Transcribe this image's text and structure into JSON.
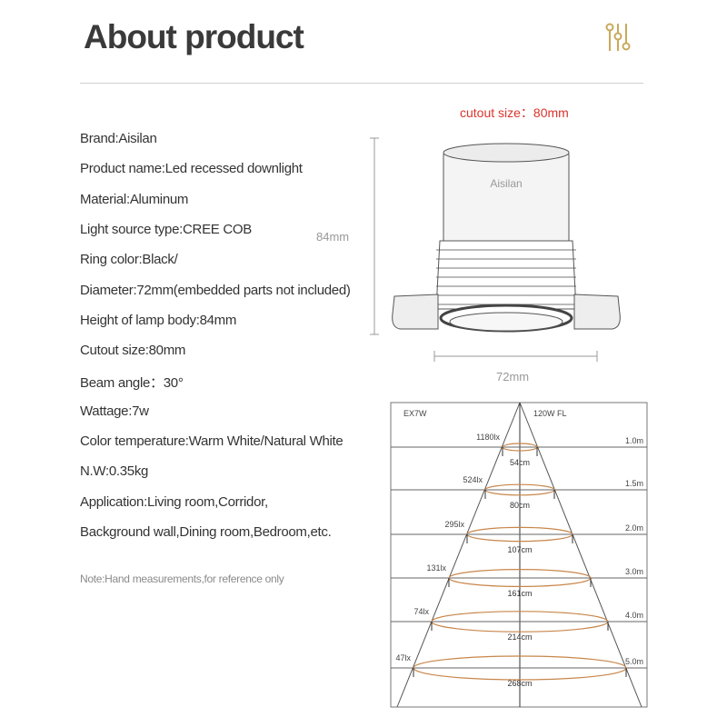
{
  "header": {
    "title": "About product",
    "icon": "sliders-icon",
    "accent": "#c9a95a"
  },
  "specs": [
    "Brand:Aisilan",
    "Product name:Led recessed downlight",
    "Material:Aluminum",
    "Light source type:CREE COB",
    "Ring color:Black/",
    "Diameter:72mm(embedded parts not included)",
    "Height of lamp body:84mm",
    "Cutout size:80mm",
    "Beam angle：30°",
    "Wattage:7w",
    "Color temperature:Warm White/Natural White",
    "N.W:0.35kg",
    "Application:Living room,Corridor,",
    "Background wall,Dining room,Bedroom,etc."
  ],
  "note": "Note:Hand measurements,for reference only",
  "drawing": {
    "cutout_label": "cutout size：80mm",
    "brand_on_lamp": "Aisilan",
    "height_label": "84mm",
    "width_label": "72mm"
  },
  "beam_diagram": {
    "model": "EX7W",
    "reference": "120W  FL",
    "ellipse_color": "#c8864a",
    "levels": [
      {
        "distance": "1.0m",
        "lux": "1180lx",
        "diameter": "54cm"
      },
      {
        "distance": "1.5m",
        "lux": "524lx",
        "diameter": "80cm"
      },
      {
        "distance": "2.0m",
        "lux": "295lx",
        "diameter": "107cm"
      },
      {
        "distance": "3.0m",
        "lux": "131lx",
        "diameter": "161cm"
      },
      {
        "distance": "4.0m",
        "lux": "74lx",
        "diameter": "214cm"
      },
      {
        "distance": "5.0m",
        "lux": "47lx",
        "diameter": "268cm"
      }
    ]
  }
}
